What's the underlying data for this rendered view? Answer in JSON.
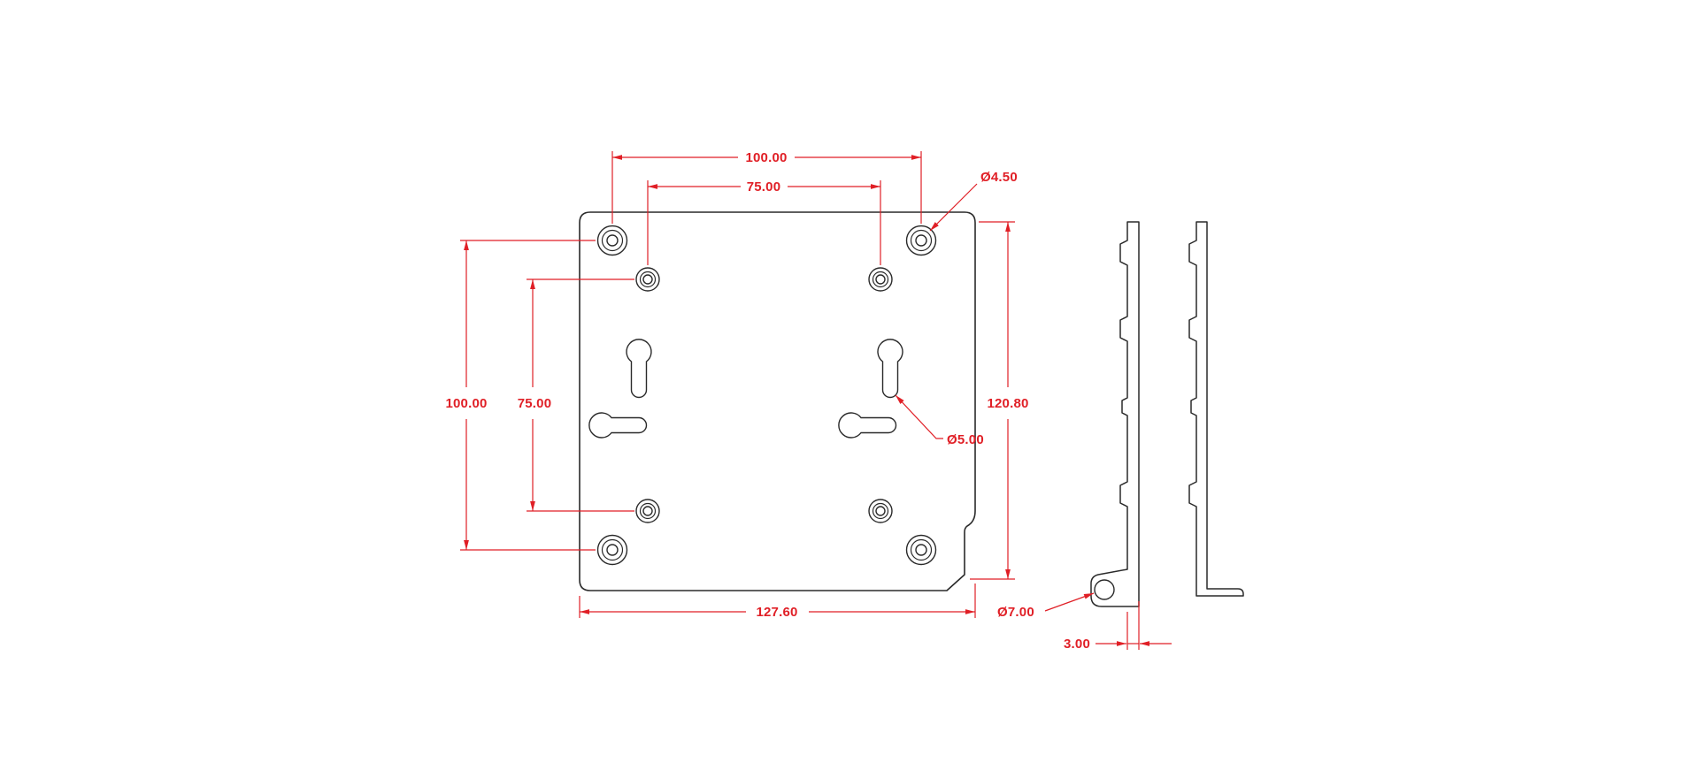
{
  "colors": {
    "dimension_red": "#e01f26",
    "outline_black": "#2a2a2a",
    "background": "#ffffff"
  },
  "drawing": {
    "dims": {
      "top_hole_spacing": "100.00",
      "top_inner_hole_spacing": "75.00",
      "corner_hole_diameter": "Ø4.50",
      "left_hole_spacing": "100.00",
      "left_inner_hole_spacing": "75.00",
      "right_edge_height": "120.80",
      "keyhole_slot_diameter": "Ø5.00",
      "plate_width": "127.60",
      "tab_hole_diameter": "Ø7.00",
      "plate_thickness": "3.00"
    }
  }
}
